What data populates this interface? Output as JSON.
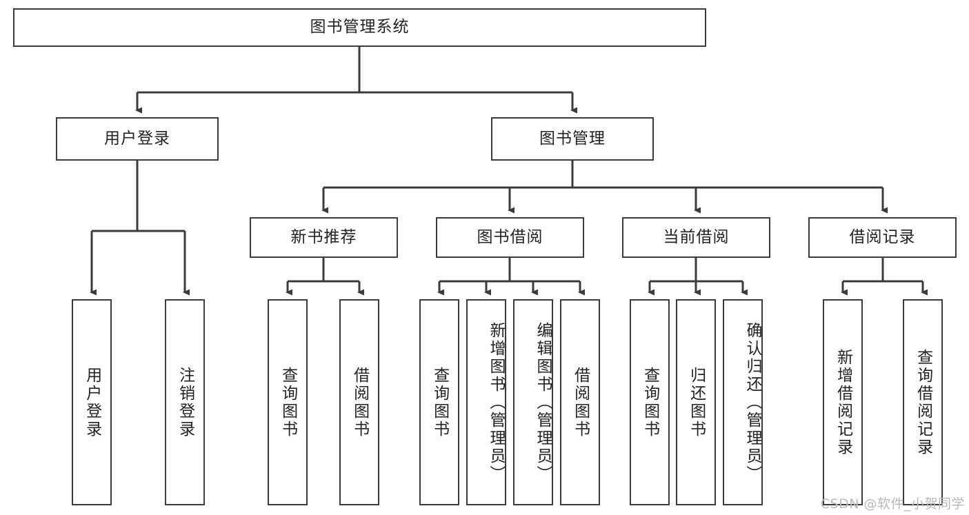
{
  "diagram": {
    "title": "图书管理系统",
    "type": "tree",
    "theme": {
      "box_border": "#3b3b3b",
      "box_fill": "#ffffff",
      "line": "#3b3b3b",
      "text": "#222222",
      "background": "#ffffff",
      "watermark_color": "#b9b9b9"
    },
    "root": {
      "label": "图书管理系统"
    },
    "level2": [
      {
        "label": "用户登录"
      },
      {
        "label": "图书管理"
      }
    ],
    "level3": [
      {
        "label": "新书推荐"
      },
      {
        "label": "图书借阅"
      },
      {
        "label": "当前借阅"
      },
      {
        "label": "借阅记录"
      }
    ],
    "leaves": {
      "user_login": [
        {
          "label": "用户登录"
        },
        {
          "label": "注销登录"
        }
      ],
      "new_book_recommend": [
        {
          "label": "查询图书"
        },
        {
          "label": "借阅图书"
        }
      ],
      "book_borrow": [
        {
          "label": "查询图书"
        },
        {
          "label": "新增图书（管理员）"
        },
        {
          "label": "编辑图书（管理员）"
        },
        {
          "label": "借阅图书"
        }
      ],
      "current_borrow": [
        {
          "label": "查询图书"
        },
        {
          "label": "归还图书"
        },
        {
          "label": "确认归还（管理员）"
        }
      ],
      "borrow_record": [
        {
          "label": "新增借阅记录"
        },
        {
          "label": "查询借阅记录"
        }
      ]
    },
    "watermark": "CSDN @软件_小贺同学"
  }
}
